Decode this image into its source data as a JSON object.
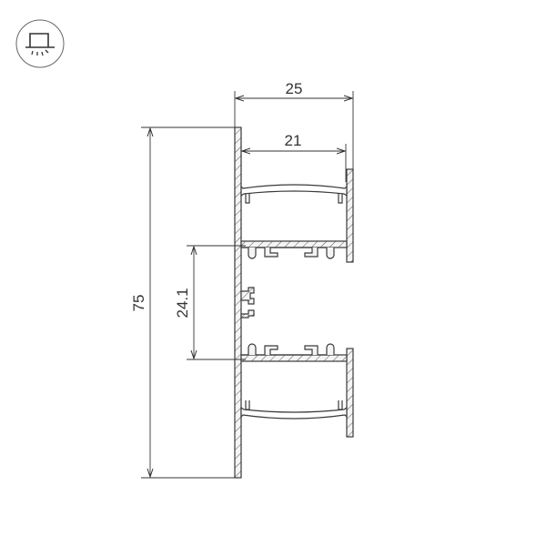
{
  "icon": {
    "name": "ceiling-light-icon",
    "stroke_color": "#444444"
  },
  "dimensions": {
    "width_outer": "25",
    "width_inner": "21",
    "height_total": "75",
    "channel_spacing": "24.1"
  },
  "colors": {
    "line": "#3a3a3a",
    "fill": "#f2f2f2",
    "hatch": "#555555"
  }
}
